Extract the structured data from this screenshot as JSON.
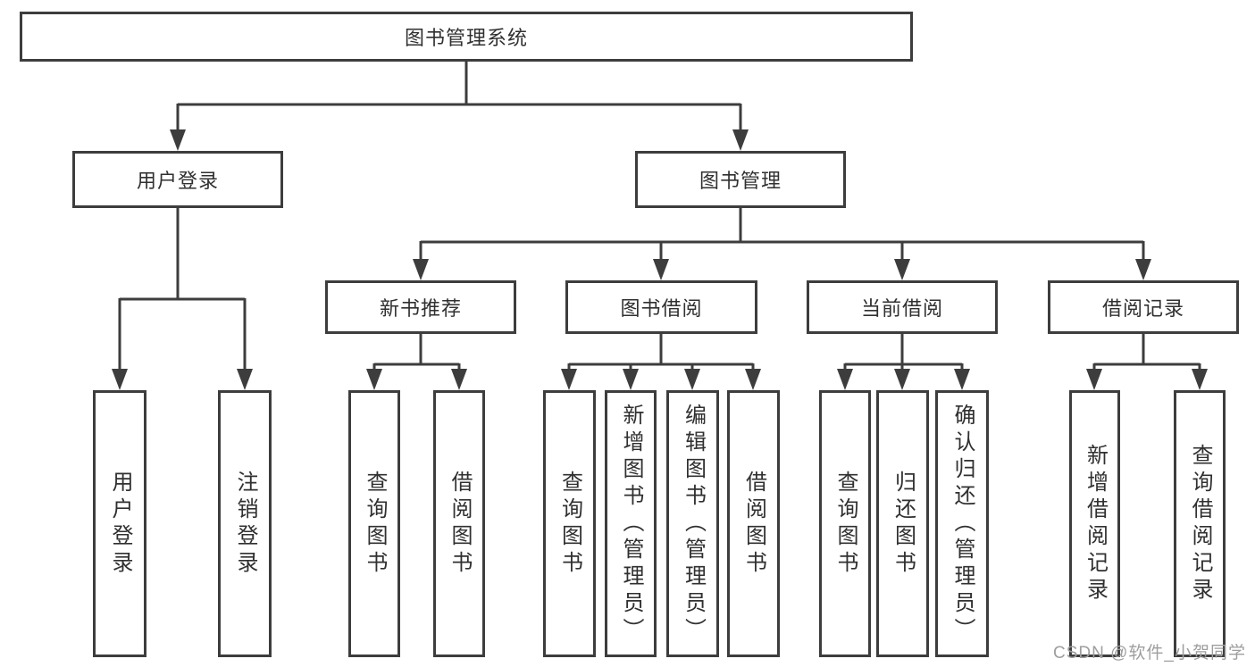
{
  "diagram": {
    "title": "图书管理系统",
    "watermark": "CSDN @软件_小贺同学",
    "colors": {
      "line": "#3d3d3d",
      "box_border": "#3d3d3d",
      "text": "#303030",
      "watermark": "#9e9e9e",
      "background": "#ffffff"
    },
    "tree": {
      "label": "图书管理系统",
      "children": [
        {
          "label": "用户登录",
          "children": [
            {
              "label": "用户登录"
            },
            {
              "label": "注销登录"
            }
          ]
        },
        {
          "label": "图书管理",
          "children": [
            {
              "label": "新书推荐",
              "children": [
                {
                  "label": "查询图书"
                },
                {
                  "label": "借阅图书"
                }
              ]
            },
            {
              "label": "图书借阅",
              "children": [
                {
                  "label": "查询图书"
                },
                {
                  "label": "新增图书（管理员）"
                },
                {
                  "label": "编辑图书（管理员）"
                },
                {
                  "label": "借阅图书"
                }
              ]
            },
            {
              "label": "当前借阅",
              "children": [
                {
                  "label": "查询图书"
                },
                {
                  "label": "归还图书"
                },
                {
                  "label": "确认归还（管理员）"
                }
              ]
            },
            {
              "label": "借阅记录",
              "children": [
                {
                  "label": "新增借阅记录"
                },
                {
                  "label": "查询借阅记录"
                }
              ]
            }
          ]
        }
      ]
    }
  }
}
